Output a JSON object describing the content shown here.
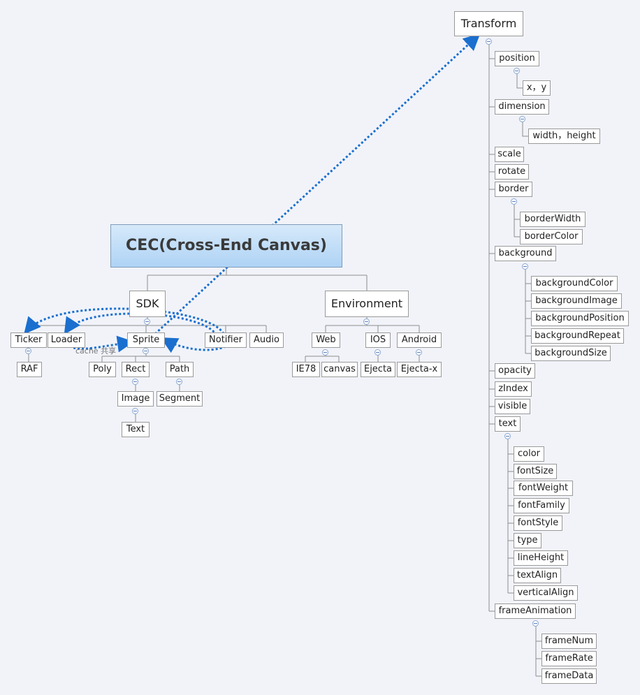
{
  "root": "CEC(Cross-End Canvas)",
  "sdk": {
    "label": "SDK",
    "children": {
      "ticker": "Ticker",
      "raf": "RAF",
      "loader": "Loader",
      "sprite": "Sprite",
      "poly": "Poly",
      "rect": "Rect",
      "image": "Image",
      "text": "Text",
      "path": "Path",
      "segment": "Segment",
      "notifier": "Notifier",
      "audio": "Audio"
    },
    "note": "cache 共享"
  },
  "environment": {
    "label": "Environment",
    "children": {
      "web": "Web",
      "ie78": "IE78",
      "canvas": "canvas",
      "ios": "IOS",
      "ejecta": "Ejecta",
      "android": "Android",
      "ejecta_x": "Ejecta-x"
    }
  },
  "transform": {
    "label": "Transform",
    "position": "position",
    "xy": "x，y",
    "dimension": "dimension",
    "width_height": "width，height",
    "scale": "scale",
    "rotate": "rotate",
    "border": "border",
    "border_width": "borderWidth",
    "border_color": "borderColor",
    "background": "background",
    "background_color": "backgroundColor",
    "background_image": "backgroundImage",
    "background_position": "backgroundPosition",
    "background_repeat": "backgroundRepeat",
    "background_size": "backgroundSize",
    "opacity": "opacity",
    "z_index": "zIndex",
    "visible": "visible",
    "text": "text",
    "color": "color",
    "font_size": "fontSize",
    "font_weight": "fontWeight",
    "font_family": "fontFamily",
    "font_style": "fontStyle",
    "type": "type",
    "line_height": "lineHeight",
    "text_align": "textAlign",
    "vertical_align": "verticalAlign",
    "frame_animation": "frameAnimation",
    "frame_num": "frameNum",
    "frame_rate": "frameRate",
    "frame_data": "frameData"
  },
  "colors": {
    "relationship": "#1a6fcf",
    "node_border": "#9a9a9a",
    "root_fill": "#aed3f5"
  }
}
